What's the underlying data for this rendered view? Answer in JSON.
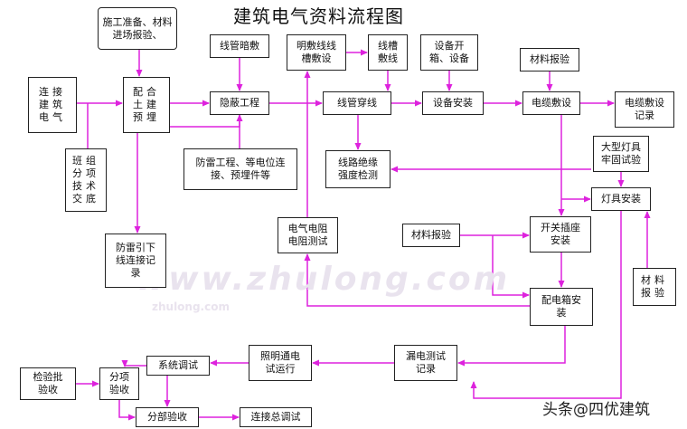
{
  "title": "建筑电气资料流程图",
  "watermark": {
    "main": "www.zhulong.com",
    "sub": "zhulong.com"
  },
  "credit": "头条@四优建筑",
  "colors": {
    "flow": "#dd22dd",
    "border": "#222222"
  },
  "nodes": {
    "construction_prep": "施工准备、材料进场报验、",
    "connect_building": "连接\n建筑\n电气",
    "cooperate_civil": "配合\n土建\n预埋",
    "team_tech": "班组\n分项\n技术\n交底",
    "conduit_concealed": "线管暗敷",
    "concealed_work": "隐蔽工程",
    "lightning_work": "防雷工程、等电位连\n接、预埋件等",
    "lightning_down": "防雷引下\n线连接记\n录",
    "exposed_conduit": "明敷线线\n槽敷设",
    "trunking": "线槽\n敷线",
    "conduit_wiring": "线管穿线",
    "insulation_test": "线路绝缘\n强度检测",
    "resistance_test": "电气电阻\n电阻测试",
    "equip_box": "设备开\n箱、设备",
    "equip_install": "设备安装",
    "material_check_top": "材料报验",
    "cable_laying": "电缆敷设",
    "cable_record": "电缆敷设\n记录",
    "big_lamp_test": "大型灯具\n牢固试验",
    "lamp_install": "灯具安装",
    "material_check_mid": "材料报验",
    "switch_socket": "开关插座\n安装",
    "distribution_box": "配电箱安\n装",
    "material_check_right": "材料\n报验",
    "leakage_test": "漏电测试\n记录",
    "lighting_trial": "照明通电\n试运行",
    "system_debug": "系统调试",
    "inspection_batch": "检验批\n验收",
    "sub_item_accept": "分项\n验收",
    "sub_part_accept": "分部验收",
    "general_debug": "连接总调试"
  }
}
